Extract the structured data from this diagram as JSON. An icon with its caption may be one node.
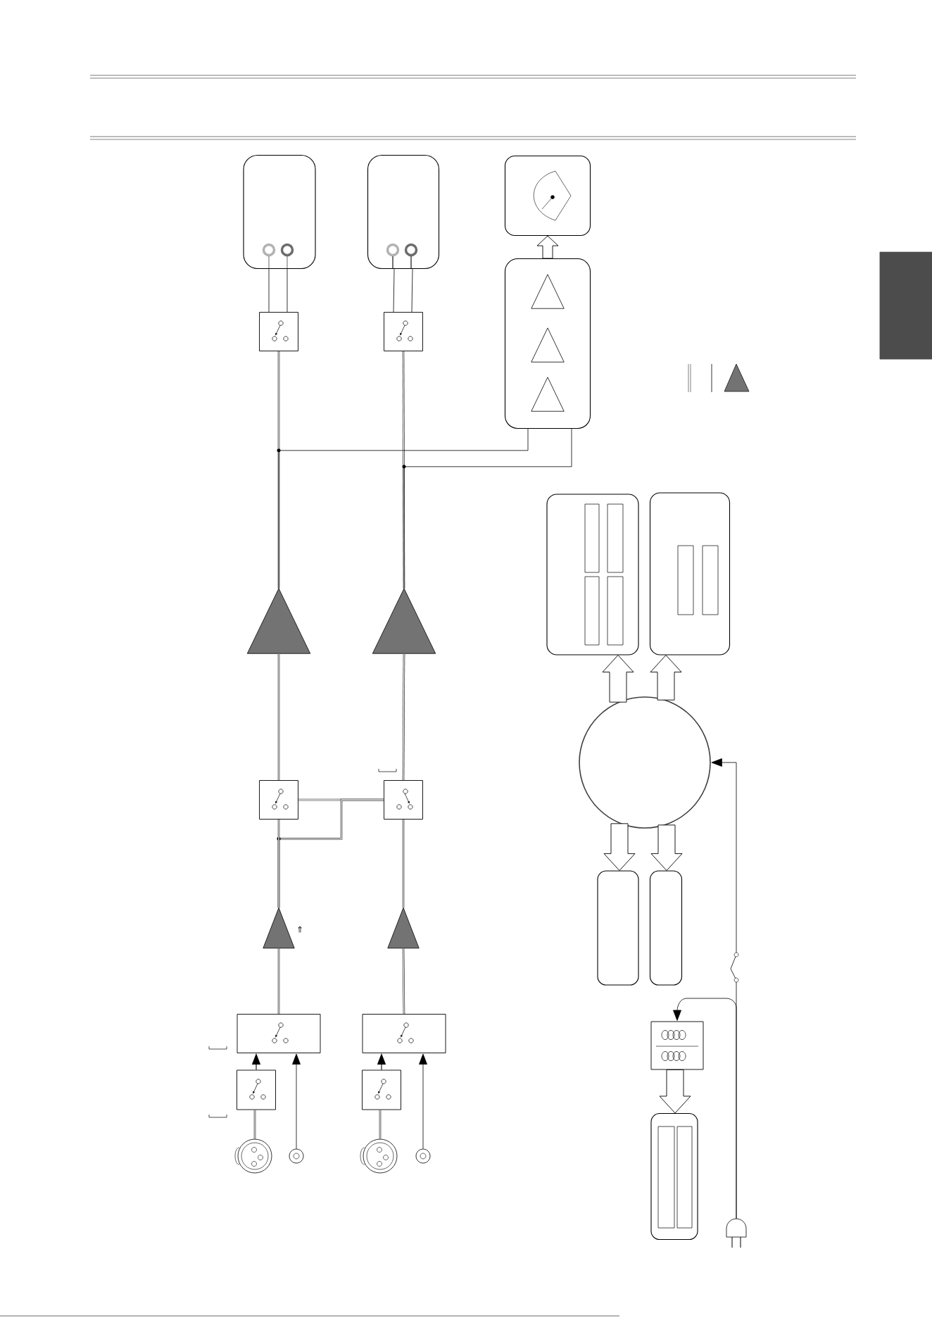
{
  "diagram": {
    "nodes": [
      {
        "text": [],
        "shape": "box"
      },
      {
        "text": [],
        "shape": "box"
      },
      {
        "text": [],
        "shape": "box"
      },
      {
        "text": [],
        "shape": "box"
      },
      {
        "text": [],
        "shape": "triangle",
        "in": 3
      },
      {
        "text": [],
        "shape": "triangle",
        "in": 3
      },
      {
        "text": [],
        "shape": "triangle",
        "in": 3
      },
      {
        "text": [],
        "shape": "box"
      },
      {
        "text": [],
        "shape": "box"
      },
      {
        "text": [],
        "shape": "triangle"
      },
      {
        "text": [],
        "shape": "triangle"
      },
      {
        "text": [],
        "shape": "box"
      },
      {
        "text": [],
        "shape": "box"
      },
      {
        "text": [],
        "shape": "triangle",
        "beside": [
          "⇑"
        ]
      },
      {
        "text": [],
        "shape": "triangle"
      },
      {
        "text": [],
        "shape": "box"
      },
      {
        "text": [],
        "shape": "box"
      },
      {
        "text": [],
        "shape": "box"
      },
      {
        "text": [],
        "shape": "box"
      },
      {
        "text": [],
        "shape": "socket"
      },
      {
        "text": [],
        "shape": "socket"
      },
      {
        "text": [],
        "shape": "socket"
      },
      {
        "text": [],
        "shape": "socket"
      },
      {
        "text": [],
        "shape": "box"
      },
      {
        "text": [],
        "shape": "box"
      },
      {
        "text": [],
        "shape": "circle"
      },
      {
        "text": [],
        "shape": "box"
      },
      {
        "text": [],
        "shape": "box"
      },
      {
        "text": [],
        "shape": "box"
      },
      {
        "text": [],
        "shape": "box"
      },
      {
        "text": [],
        "shape": "plug"
      },
      {
        "text": [],
        "shape": "box"
      }
    ],
    "edges": [
      {
        "from": 7,
        "to": 0,
        "arrow": "none"
      },
      {
        "from": 8,
        "to": 1,
        "arrow": "none"
      },
      {
        "from": 9,
        "to": 7,
        "arrow": "none"
      },
      {
        "from": 10,
        "to": 8,
        "arrow": "none"
      },
      {
        "from": 9,
        "to": 3,
        "arrow": "none"
      },
      {
        "from": 10,
        "to": 3,
        "arrow": "none"
      },
      {
        "from": 3,
        "to": 2,
        "arrow": "to"
      },
      {
        "from": 11,
        "to": 9,
        "arrow": "none"
      },
      {
        "from": 12,
        "to": 10,
        "arrow": "none"
      },
      {
        "from": 11,
        "to": 12,
        "arrow": "none"
      },
      {
        "from": 13,
        "to": 12,
        "arrow": "none"
      },
      {
        "from": 13,
        "to": 11,
        "arrow": "none"
      },
      {
        "from": 14,
        "to": 12,
        "arrow": "none"
      },
      {
        "from": 15,
        "to": 13,
        "arrow": "none"
      },
      {
        "from": 16,
        "to": 14,
        "arrow": "none"
      },
      {
        "from": 17,
        "to": 15,
        "arrow": "to"
      },
      {
        "from": 18,
        "to": 16,
        "arrow": "to"
      },
      {
        "from": 19,
        "to": 17,
        "arrow": "none"
      },
      {
        "from": 21,
        "to": 18,
        "arrow": "none"
      },
      {
        "from": 20,
        "to": 15,
        "arrow": "to"
      },
      {
        "from": 22,
        "to": 16,
        "arrow": "to"
      },
      {
        "from": 25,
        "to": 23,
        "arrow": "to"
      },
      {
        "from": 25,
        "to": 24,
        "arrow": "to"
      },
      {
        "from": 25,
        "to": 26,
        "arrow": "to"
      },
      {
        "from": 25,
        "to": 27,
        "arrow": "to"
      },
      {
        "from": 28,
        "to": 29,
        "arrow": "to"
      },
      {
        "from": 30,
        "to": 25,
        "arrow": "to"
      },
      {
        "from": 30,
        "to": 28,
        "arrow": "to"
      }
    ]
  }
}
